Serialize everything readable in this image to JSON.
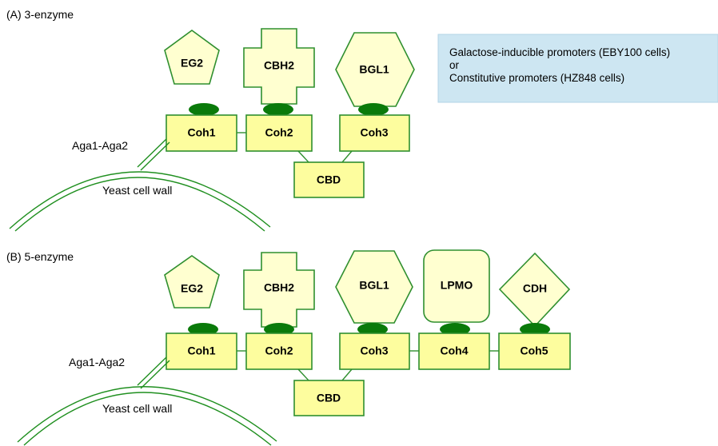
{
  "panels": {
    "a": {
      "label": "(A) 3-enzyme",
      "enzymes": [
        "EG2",
        "CBH2",
        "BGL1"
      ],
      "cohesins": [
        "Coh1",
        "Coh2",
        "Coh3"
      ],
      "cbd": "CBD",
      "anchor": "Aga1-Aga2",
      "wall": "Yeast cell wall"
    },
    "b": {
      "label": "(B) 5-enzyme",
      "enzymes": [
        "EG2",
        "CBH2",
        "BGL1",
        "LPMO",
        "CDH"
      ],
      "cohesins": [
        "Coh1",
        "Coh2",
        "Coh3",
        "Coh4",
        "Coh5"
      ],
      "cbd": "CBD",
      "anchor": "Aga1-Aga2",
      "wall": "Yeast cell wall"
    }
  },
  "promoter_note": {
    "line1": "Galactose-inducible promoters (EBY100 cells)",
    "line2": "or",
    "line3": "Constitutive promoters (HZ848 cells)"
  },
  "colors": {
    "enzyme_fill": "#ffffd0",
    "cohesin_fill": "#fdfd9e",
    "outline": "#2f8f2f",
    "dockerin": "#0a7a0a",
    "note_fill": "#cde6f2"
  }
}
